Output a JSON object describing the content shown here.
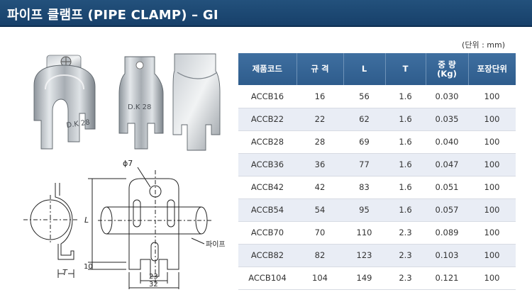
{
  "header": {
    "title": "파이프 클램프 (PIPE CLAMP) – GI"
  },
  "unit_note": "(단위 : mm)",
  "photo": {
    "stamp_text": "D.K 28"
  },
  "drawing": {
    "phi_label": "ϕ7",
    "pipe_label": "파이프",
    "dim_L": "L",
    "dim_T": "T",
    "dim_10": "10",
    "dim_23": "23",
    "dim_32": "32"
  },
  "table": {
    "headers": [
      "제품코드",
      "규 격",
      "L",
      "T",
      "중 량",
      "(Kg)",
      "포장단위"
    ],
    "rows": [
      [
        "ACCB16",
        "16",
        "56",
        "1.6",
        "0.030",
        "100"
      ],
      [
        "ACCB22",
        "22",
        "62",
        "1.6",
        "0.035",
        "100"
      ],
      [
        "ACCB28",
        "28",
        "69",
        "1.6",
        "0.040",
        "100"
      ],
      [
        "ACCB36",
        "36",
        "77",
        "1.6",
        "0.047",
        "100"
      ],
      [
        "ACCB42",
        "42",
        "83",
        "1.6",
        "0.051",
        "100"
      ],
      [
        "ACCB54",
        "54",
        "95",
        "1.6",
        "0.057",
        "100"
      ],
      [
        "ACCB70",
        "70",
        "110",
        "2.3",
        "0.089",
        "100"
      ],
      [
        "ACCB82",
        "82",
        "123",
        "2.3",
        "0.103",
        "100"
      ],
      [
        "ACCB104",
        "104",
        "149",
        "2.3",
        "0.121",
        "100"
      ]
    ]
  }
}
